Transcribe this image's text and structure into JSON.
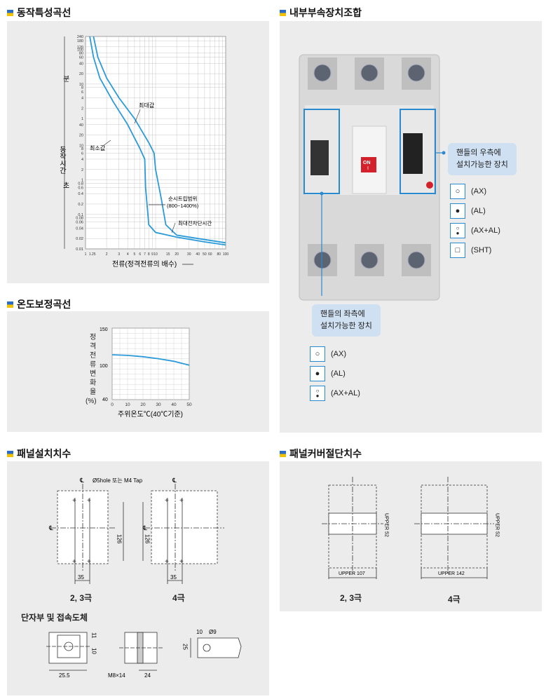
{
  "sections": {
    "trip_curve": "동작특성곡선",
    "internal_accessory": "내부부속장치조합",
    "temp_compensation": "온도보정곡선",
    "panel_mounting": "패널설치치수",
    "panel_cover_cut": "패널커버절단치수",
    "terminal": "단자부 및 접속도체"
  },
  "trip_chart": {
    "y_group_min": "분",
    "y_group_axis": "동작시간",
    "y_group_sec": "초",
    "y_ticks": [
      "240",
      "180",
      "120",
      "100",
      "80",
      "60",
      "40",
      "20",
      "10",
      "8",
      "6",
      "4",
      "2",
      "1",
      "40",
      "20",
      "10",
      "8",
      "6",
      "4",
      "2",
      "1",
      "0.8",
      "0.6",
      "0.4",
      "0.2",
      "0.1",
      "0.08",
      "0.06",
      "0.04",
      "0.02",
      "0.01"
    ],
    "x_ticks": [
      "1",
      "1.25",
      "2",
      "3",
      "4",
      "5",
      "6",
      "7",
      "8",
      "9",
      "10",
      "15",
      "20",
      "30",
      "40",
      "50",
      "60",
      "80",
      "100"
    ],
    "xlabel": "전류(정격전류의 배수)",
    "annot_max": "최대값",
    "annot_min": "최소값",
    "annot_inst": "순시트립범위",
    "annot_inst_range": "(800~1400%)",
    "annot_total": "최대전차단시간",
    "chart_data": {
      "type": "line",
      "x_scale": "log",
      "y_scale": "log",
      "xlim": [
        1,
        100
      ],
      "series": [
        {
          "name": "최대값",
          "x": [
            1.3,
            1.5,
            2,
            3,
            5,
            8,
            9.5,
            10,
            12,
            14,
            20,
            40,
            100
          ],
          "y": [
            14400,
            3600,
            900,
            240,
            60,
            12,
            6,
            2,
            0.3,
            0.05,
            0.025,
            0.02,
            0.015
          ]
        },
        {
          "name": "최소값",
          "x": [
            1.15,
            1.3,
            1.6,
            2.5,
            4,
            6,
            7,
            7.2,
            8,
            10,
            20,
            50,
            100
          ],
          "y": [
            14400,
            3600,
            900,
            180,
            40,
            8,
            4,
            0.6,
            0.05,
            0.03,
            0.022,
            0.016,
            0.013
          ]
        }
      ]
    }
  },
  "temp_chart": {
    "ylabel_chars": [
      "정",
      "격",
      "전",
      "류",
      "변",
      "화",
      "율",
      "(%)"
    ],
    "y_ticks": [
      "150",
      "100",
      "40"
    ],
    "x_ticks": [
      "0",
      "10",
      "20",
      "30",
      "40",
      "50"
    ],
    "xlabel": "주위온도℃(40℃기준)",
    "chart_data": {
      "type": "line",
      "xlim": [
        0,
        50
      ],
      "series": [
        {
          "x": [
            0,
            10,
            20,
            30,
            40,
            50
          ],
          "y": [
            109,
            108,
            106,
            103,
            99,
            93
          ]
        }
      ]
    }
  },
  "accessory": {
    "on_label": "ON",
    "on_sub": "I",
    "right_bubble_1": "핸들의 우측에",
    "right_bubble_2": "설치가능한 장치",
    "left_bubble_1": "핸들의 좌측에",
    "left_bubble_2": "설치가능한 장치",
    "legend_right": [
      "(AX)",
      "(AL)",
      "(AX+AL)",
      "(SHT)"
    ],
    "legend_left": [
      "(AX)",
      "(AL)",
      "(AX+AL)"
    ]
  },
  "mounting": {
    "hole_label": "Ø5hole 또는 M4 Tap",
    "dim_126": "126",
    "dim_35": "35",
    "cap_23": "2, 3극",
    "cap_4": "4극",
    "cl": "℄"
  },
  "cover": {
    "upper_52": "UPPER 52",
    "upper_107": "UPPER 107",
    "upper_142": "UPPER 142",
    "cap_23": "2, 3극",
    "cap_4": "4극"
  },
  "terminal_dims": {
    "d_10": "10",
    "d_11": "11",
    "d_25_5": "25.5",
    "d_m8": "M8×14",
    "d_24": "24",
    "d_10b": "10",
    "d_phi9": "Ø9",
    "d_25": "25"
  }
}
